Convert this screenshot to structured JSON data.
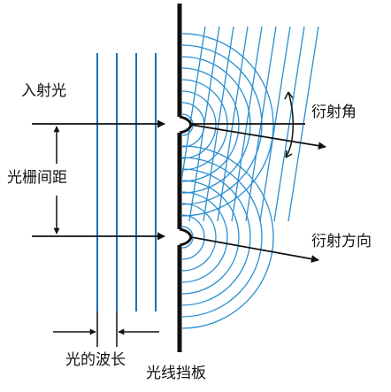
{
  "labels": {
    "incident_light": "入射光",
    "grating_spacing": "光栅间距",
    "wavelength": "光的波长",
    "barrier": "光线挡板",
    "diffraction_angle": "衍射角",
    "diffraction_direction": "衍射方向"
  },
  "colors": {
    "wave": "#1f6fb5",
    "arc": "#2a8fd0",
    "ink": "#111111"
  }
}
